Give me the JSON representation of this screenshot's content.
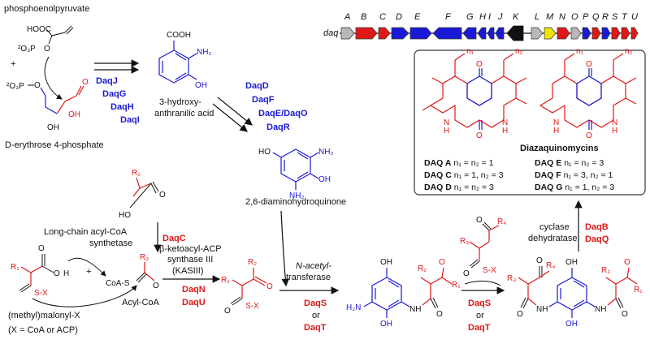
{
  "cluster": {
    "label": "daq",
    "gene_letters": [
      "A",
      "B",
      "C",
      "D",
      "E",
      "F",
      "G",
      "H",
      "I",
      "J",
      "K",
      "L",
      "M",
      "N",
      "O",
      "P",
      "Q",
      "R",
      "S",
      "T",
      "U"
    ]
  },
  "colors": {
    "blue": "#1a1ad6",
    "red": "#e01818",
    "grey": "#b8b8b8",
    "black": "#111111",
    "yellow": "#f2e600"
  },
  "labels": {
    "pep": "phosphoenolpyruvate",
    "e4p": "D-erythrose 4-phosphate",
    "haa_line1": "3-hydroxy-",
    "haa_line2": "anthranilic acid",
    "dahq": "2,6-diaminohydroquinone",
    "acylcoa_line1": "Long-chain acyl-CoA",
    "acylcoa_line2": "synthetase",
    "kas_line1": "β-ketoacyl-ACP",
    "kas_line2": "synthase III",
    "kas_line3": "(KASIII)",
    "nat_line1": "N-acetyl-",
    "nat_line2": "transferase",
    "cyc_line1": "cyclase",
    "cyc_line2": "dehydratase",
    "malonyl": "(methyl)malonyl-X",
    "x_def": "(X = CoA or ACP)",
    "acylcoa": "Acyl-CoA",
    "or1": "or",
    "or2": "or"
  },
  "enzymes": {
    "daqJ": "DaqJ",
    "daqG": "DaqG",
    "daqH": "DaqH",
    "daqI": "DaqI",
    "daqD": "DaqD",
    "daqF": "DaqF",
    "daqEO": "DaqE/DaqO",
    "daqR": "DaqR",
    "daqC": "DaqC",
    "daqN": "DaqN",
    "daqU": "DaqU",
    "daqS1": "DaqS",
    "daqT1": "DaqT",
    "daqS2": "DaqS",
    "daqT2": "DaqT",
    "daqB": "DaqB",
    "daqQ": "DaqQ"
  },
  "atoms": {
    "hooc": "HOOC",
    "o3p1": "²O₃P",
    "o_pep": "O",
    "o3p2": "²O₃P",
    "o_e4p": "O",
    "oh_e4p1": "OH",
    "oh_e4p2": "OH",
    "o_e4p_ald": "O",
    "cooh": "COOH",
    "nh2_haa": "NH₂",
    "oh_haa": "OH",
    "ho_dahq": "HO",
    "nh2_dahq1": "NH₂",
    "oh_dahq": "OH",
    "nh2_dahq2": "NH₂",
    "r2_a": "R₂",
    "ho_a": "HO",
    "o_a": "O",
    "r1_m": "R₁",
    "o_m1": "O",
    "o_m2": "O",
    "h_m": "H",
    "sx_m": "S-X",
    "r2_c": "R₂",
    "o_c": "O",
    "coas": "CoA-S",
    "r1_k": "R₁",
    "r2_k": "R₂",
    "o_k1": "O",
    "o_k2": "O",
    "sx_k": "S-X",
    "oh_am1": "OH",
    "h2n_am": "H₂N",
    "oh_am2": "OH",
    "nh_am": "NH",
    "o_am": "O",
    "r1_am": "R₁",
    "r2_am": "R₂",
    "o_am2": "O",
    "r3_t": "R₃",
    "r4_t": "R₄",
    "o_t1": "O",
    "o_t2": "O",
    "sx_t": "S-X",
    "oh_f1": "OH",
    "oh_f2": "OH",
    "nh_f1": "NH",
    "nh_f2": "NH",
    "r1_f": "R₁",
    "r2_f": "R₂",
    "r3_f": "R₃",
    "r4_f": "R₄",
    "o_f1": "O",
    "o_f2": "O",
    "o_f3": "O",
    "o_f4": "O",
    "n1a": "n₁",
    "n2a": "n₂",
    "n1b": "n₁",
    "n2b": "n₂",
    "nh_q1": "N",
    "h_q1": "H",
    "nh_q2": "N",
    "h_q2": "H",
    "nh_q3": "N",
    "h_q3": "H",
    "nh_q4": "N",
    "h_q4": "H",
    "o_q": "O"
  },
  "box": {
    "title": "Diazaquinomycins",
    "rows": [
      {
        "name": "DAQ A",
        "rule": "n₁ = n₂ = 1"
      },
      {
        "name": "DAQ C",
        "rule": "n₁ = 1, n₂ = 3"
      },
      {
        "name": "DAQ D",
        "rule": "n₁ = n₂ = 3"
      },
      {
        "name": "DAQ E",
        "rule": "n₁ = n₂ = 3"
      },
      {
        "name": "DAQ F",
        "rule": "n₁ = 3, n₂ = 1"
      },
      {
        "name": "DAQ G",
        "rule": "n₁ = 1, n₂ = 3"
      }
    ]
  }
}
